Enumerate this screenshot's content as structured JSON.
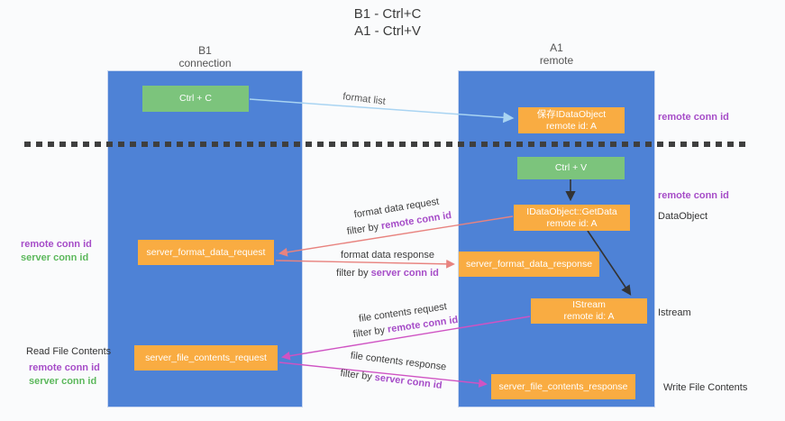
{
  "title": {
    "line1": "B1 - Ctrl+C",
    "line2": "A1 - Ctrl+V"
  },
  "lanes": {
    "left": {
      "name": "B1",
      "subtitle": "connection"
    },
    "right": {
      "name": "A1",
      "subtitle": "remote"
    }
  },
  "boxes": {
    "ctrl_c": {
      "label": "Ctrl + C"
    },
    "save_idataobject": {
      "line1": "保存IDataObject",
      "line2": "remote id: A"
    },
    "ctrl_v": {
      "label": "Ctrl + V"
    },
    "getdata": {
      "line1": "IDataObject::GetData",
      "line2": "remote id: A"
    },
    "format_request": {
      "label": "server_format_data_request"
    },
    "format_response": {
      "label": "server_format_data_response"
    },
    "istream": {
      "line1": "IStream",
      "line2": "remote id: A"
    },
    "file_request": {
      "label": "server_file_contents_request"
    },
    "file_response": {
      "label": "server_file_contents_response"
    }
  },
  "labels": {
    "format_list": "format list",
    "format_data_request": "format data request",
    "format_data_response": "format data response",
    "file_contents_request": "file contents request",
    "file_contents_response": "file contents response",
    "filter_by": "filter by ",
    "remote_conn_id": "remote conn id",
    "server_conn_id": "server conn id"
  },
  "side": {
    "left_remote_conn_id": "remote conn id",
    "left_server_conn_id": "server conn id",
    "read_file_contents": "Read File Contents",
    "right_remote_conn_id_top": "remote conn id",
    "right_remote_conn_id_mid": "remote conn id",
    "dataobject": "DataObject",
    "istream": "Istream",
    "write_file_contents": "Write File Contents"
  },
  "colors": {
    "lane_blue": "#4e82d6",
    "box_green": "#7cc47c",
    "box_orange": "#f9ac42",
    "arrow_blue": "#a9d4f2",
    "arrow_salmon": "#e8837f",
    "arrow_magenta": "#cf53c3",
    "arrow_black": "#333333",
    "label_purple": "#a64dc8",
    "label_green": "#5cb85c"
  }
}
